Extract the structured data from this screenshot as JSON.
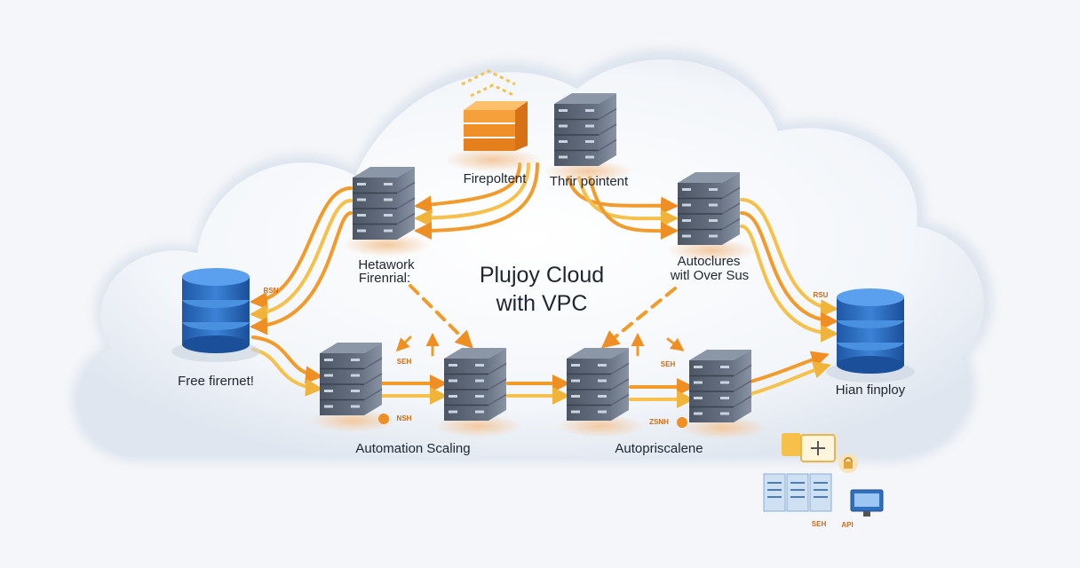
{
  "diagram": {
    "title_line1": "Plujoy Cloud",
    "title_line2": "with VPC",
    "labels": {
      "firewall_top": "Firepoltent",
      "third_point": "Thrir pointent",
      "network_line1": "Hetawork",
      "network_line2": "Firenrial:",
      "autoclures_line1": "Autoclures",
      "autoclures_line2": "witl Over Sus",
      "free_firernet": "Free firernet!",
      "hian_finploy": "Hian finploy",
      "automation_scaling": "Automation Scaling",
      "autopriscalene": "Autopriscalene"
    },
    "small_tags": {
      "rsn": "RSN",
      "rsu": "RSU",
      "sen_left": "SEH",
      "nsh": "NSH",
      "sen_right": "SEH",
      "zsh": "ZSNH",
      "sen_bottom": "SEH",
      "api": "API"
    }
  },
  "colors": {
    "cloud": "#e9eef5",
    "arrow_orange": "#f29a2a",
    "arrow_yellow": "#f6c04a",
    "server": "#5c6675",
    "database": "#2f6fc0",
    "firewall": "#f08f2a"
  }
}
